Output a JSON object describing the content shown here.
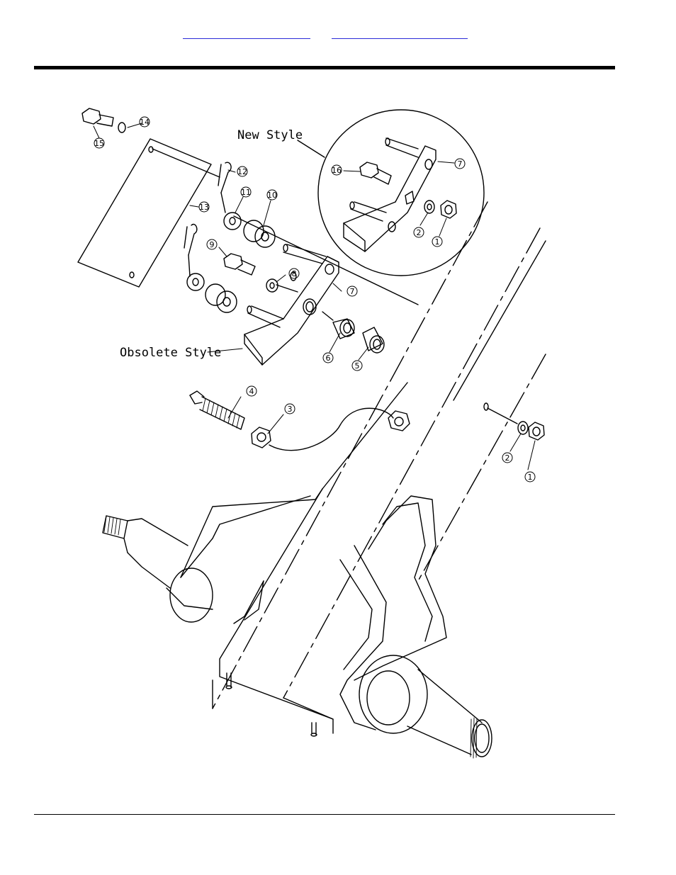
{
  "header": {
    "link_1": "",
    "link_2": ""
  },
  "diagram": {
    "labels": {
      "new_style": "New Style",
      "obsolete_style": "Obsolete Style"
    },
    "callouts": [
      "1",
      "2",
      "3",
      "4",
      "5",
      "6",
      "7",
      "8",
      "9",
      "10",
      "11",
      "12",
      "13",
      "14",
      "15",
      "16"
    ]
  }
}
